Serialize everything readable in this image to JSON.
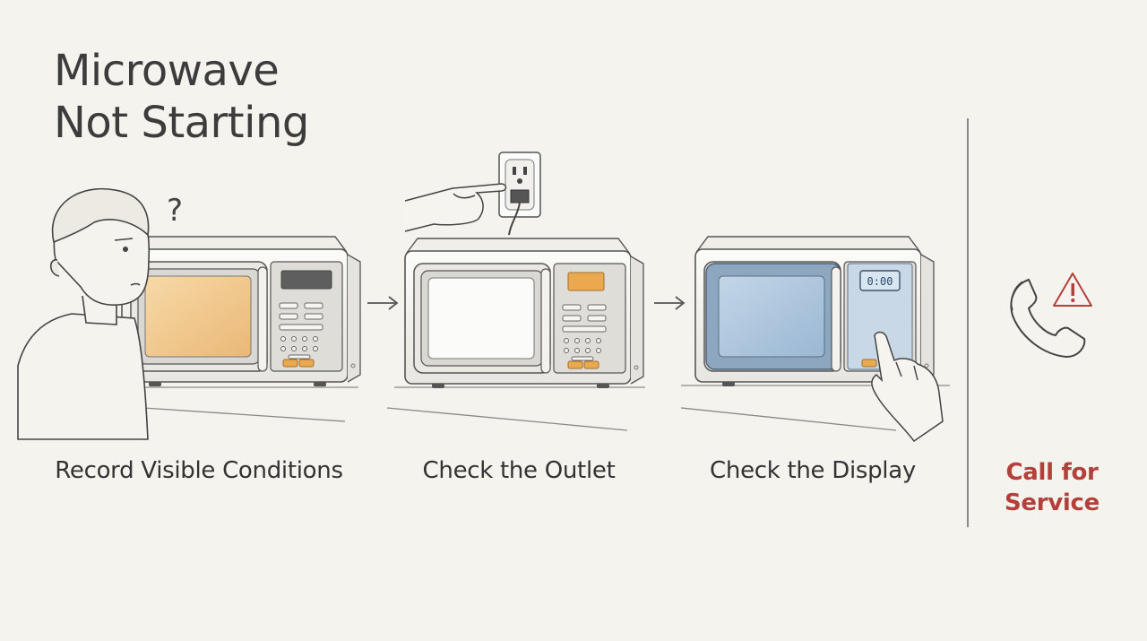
{
  "title": {
    "line1": "Microwave",
    "line2": "Not Starting"
  },
  "steps": [
    {
      "label": "Record Visible Conditions"
    },
    {
      "label": "Check the Outlet"
    },
    {
      "label": "Check the Display"
    }
  ],
  "final": {
    "line1": "Call for",
    "line2": "Service"
  },
  "question_mark": "?",
  "display_readout": "0:00",
  "colors": {
    "window_warm": "#f3c98f",
    "window_blue": "#a9c4de",
    "accent_orange": "#eaa94e",
    "alert_red": "#b3403a",
    "ink": "#3c3c3c"
  },
  "icons": [
    "person-icon",
    "outlet-icon",
    "hand-icon",
    "arrow-right-icon",
    "phone-icon",
    "warning-icon"
  ]
}
